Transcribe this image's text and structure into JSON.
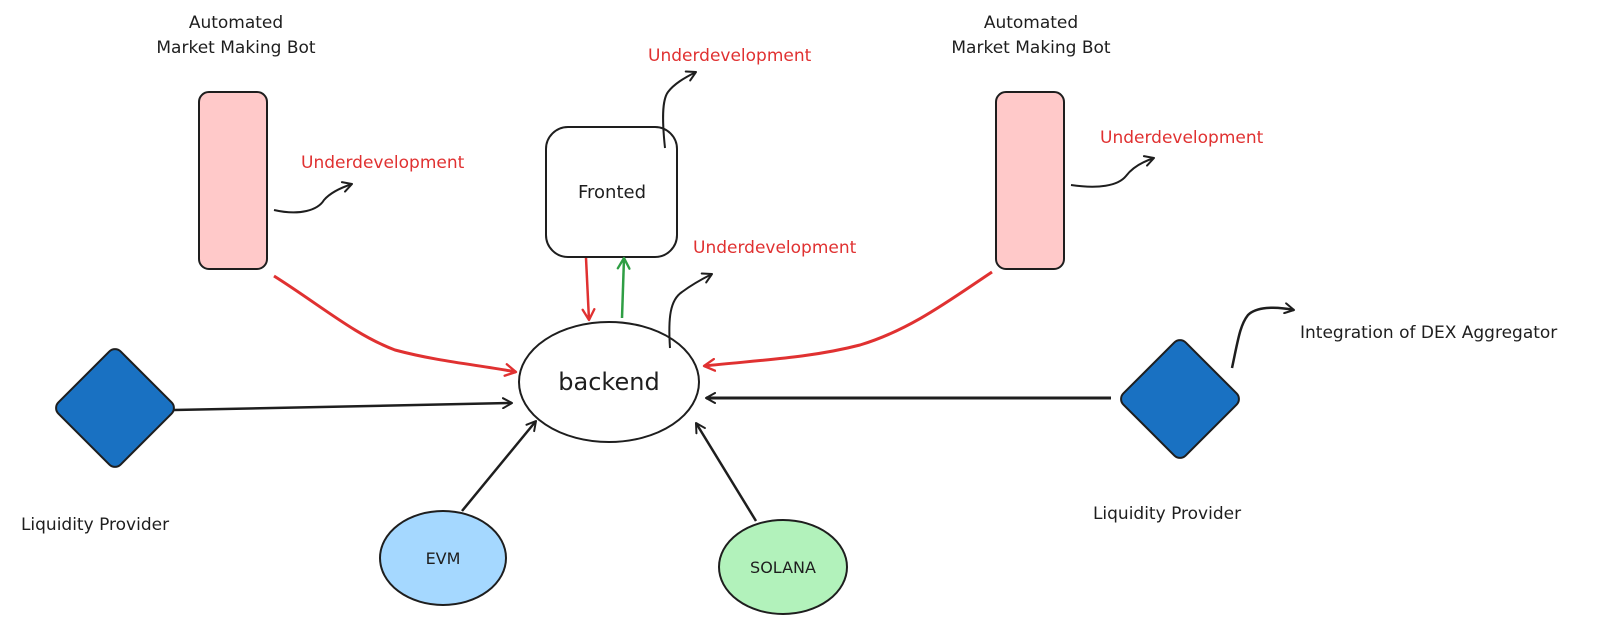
{
  "colors": {
    "ink": "#1e1e1e",
    "red": "#e03131",
    "green": "#2f9e44",
    "pink": "#ffc9c9",
    "blue": "#1971c2",
    "light_blue": "#a5d8ff",
    "light_green": "#b2f2bb"
  },
  "nodes": {
    "bot_left": {
      "title_line1": "Automated",
      "title_line2": "Market Making Bot"
    },
    "bot_right": {
      "title_line1": "Automated",
      "title_line2": "Market Making Bot"
    },
    "frontend": {
      "label": "Fronted"
    },
    "backend": {
      "label": "backend"
    },
    "evm": {
      "label": "EVM"
    },
    "solana": {
      "label": "SOLANA"
    },
    "lp_left": {
      "label": "Liquidity Provider"
    },
    "lp_right": {
      "label": "Liquidity Provider"
    }
  },
  "annotations": {
    "bot_left_status": "Underdevelopment",
    "frontend_status": "Underdevelopment",
    "backend_status": "Underdevelopment",
    "bot_right_status": "Underdevelopment",
    "dex_integration": "Integration of DEX Aggregator"
  }
}
